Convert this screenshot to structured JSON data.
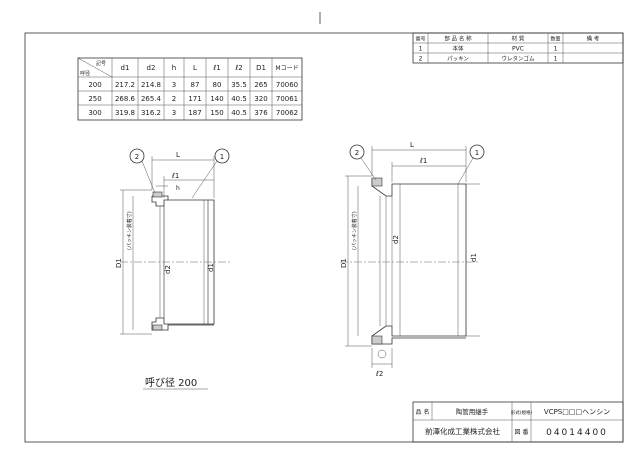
{
  "spec_table": {
    "corner_top": "記号",
    "corner_bottom": "呼径",
    "headers": [
      "d1",
      "d2",
      "h",
      "L",
      "ℓ1",
      "ℓ2",
      "D1",
      "Mコード"
    ],
    "rows": [
      [
        "200",
        "217.2",
        "214.8",
        "3",
        "87",
        "80",
        "35.5",
        "265",
        "70060"
      ],
      [
        "250",
        "268.6",
        "265.4",
        "2",
        "171",
        "140",
        "40.5",
        "320",
        "70061"
      ],
      [
        "300",
        "319.8",
        "316.2",
        "3",
        "187",
        "150",
        "40.5",
        "376",
        "70062"
      ]
    ]
  },
  "parts_table": {
    "headers": [
      "番号",
      "部 品 名 称",
      "材 質",
      "数量",
      "備 考"
    ],
    "rows": [
      [
        "1",
        "本体",
        "PVC",
        "1",
        ""
      ],
      [
        "2",
        "パッキン",
        "ウレタンゴム",
        "1",
        ""
      ]
    ]
  },
  "left_view": {
    "balloon_1": "1",
    "balloon_2": "2",
    "dim_L": "L",
    "dim_l1": "ℓ1",
    "dim_h": "h",
    "dim_D1": "D1",
    "dim_d1": "d1",
    "dim_d2": "d2",
    "dim_packing": "(パッキン装着寸)",
    "caption": "呼び径 200"
  },
  "right_view": {
    "balloon_1": "1",
    "balloon_2": "2",
    "dim_L": "L",
    "dim_l1": "ℓ1",
    "dim_l2": "ℓ2",
    "dim_D1": "D1",
    "dim_d1": "d1",
    "dim_d2": "d2",
    "dim_packing": "(パッキン装着寸)"
  },
  "title_block": {
    "name_label": "品 名",
    "name_value": "陶管用継手",
    "model_label": "形式(規格)",
    "model_value": "VCPS□□□ヘンシン",
    "drawing_no_label": "図 番",
    "drawing_no_value": "04014400",
    "company": "前澤化成工業株式会社"
  }
}
